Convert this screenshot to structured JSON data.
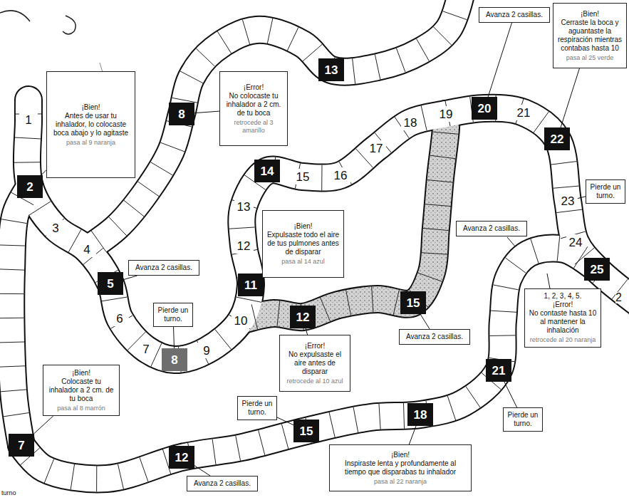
{
  "diagram": {
    "nodes": [
      {
        "text": [
          "1"
        ]
      },
      {
        "text": [
          "2"
        ]
      },
      {
        "text": [
          "3"
        ]
      },
      {
        "text": [
          "4"
        ]
      },
      {
        "text": [
          "5"
        ]
      },
      {
        "text": [
          "6"
        ]
      },
      {
        "text": [
          "7"
        ]
      },
      {
        "text": [
          "8"
        ]
      },
      {
        "text": [
          "9"
        ]
      },
      {
        "text": [
          "10"
        ]
      },
      {
        "text": [
          "11"
        ]
      },
      {
        "text": [
          "12"
        ]
      },
      {
        "text": [
          "13"
        ]
      },
      {
        "text": [
          "14"
        ]
      },
      {
        "text": [
          "15"
        ]
      },
      {
        "text": [
          "16"
        ]
      },
      {
        "text": [
          "17"
        ]
      },
      {
        "text": [
          "18"
        ]
      },
      {
        "text": [
          "19"
        ]
      },
      {
        "text": [
          "20"
        ]
      },
      {
        "text": [
          "21"
        ]
      },
      {
        "text": [
          "22"
        ]
      },
      {
        "text": [
          "23"
        ]
      },
      {
        "text": [
          "24"
        ]
      },
      {
        "text": [
          "25"
        ]
      },
      {
        "text": [
          "8"
        ]
      },
      {
        "text": [
          "13"
        ]
      },
      {
        "text": [
          "12"
        ]
      },
      {
        "text": [
          "15"
        ]
      },
      {
        "text": [
          "7"
        ]
      },
      {
        "text": [
          "12"
        ]
      },
      {
        "text": [
          "15"
        ]
      },
      {
        "text": [
          "18"
        ]
      },
      {
        "text": [
          "21"
        ]
      },
      {
        "text": [
          "¡Bien!",
          "Antes de usar tu inhalador, lo colocaste boca abajo y lo agitaste",
          "pasa al 9 naranja"
        ]
      },
      {
        "text": [
          "¡Error!",
          "No colocaste tu inhalador a 2 cm. de tu boca",
          "retrocede al 3 amarillo"
        ]
      },
      {
        "text": [
          "Avanza 2 casillas."
        ]
      },
      {
        "text": [
          "¡Bien!",
          "Cerraste la boca y aguantaste la respiración mientras contabas hasta 10",
          "pasa al 25 verde"
        ]
      },
      {
        "text": [
          "Avanza 2 casillas."
        ]
      },
      {
        "text": [
          "¡Bien!",
          "Expulsaste todo el aire de tus pulmones antes de disparar",
          "pasa al 14 azul"
        ]
      },
      {
        "text": [
          "Pierde un turno."
        ]
      },
      {
        "text": [
          "¡Error!",
          "No expulsaste el aire antes de disparar",
          "retrocede al 10 azul"
        ]
      },
      {
        "text": [
          "Avanza 2 casillas."
        ]
      },
      {
        "text": [
          "Avanza 2 casillas."
        ]
      },
      {
        "text": [
          "1, 2, 3, 4, 5.",
          "¡Error!",
          "No contaste hasta 10 al mantener la inhalación",
          "retrocede al 20 naranja"
        ]
      },
      {
        "text": [
          "Pierde un turno."
        ]
      },
      {
        "text": [
          "¡Bien!",
          "Colocaste tu inhalador a 2 cm. de tu boca",
          "pasa al 8 marrón"
        ]
      },
      {
        "text": [
          "Avanza 2 casillas."
        ]
      },
      {
        "text": [
          "Pierde un turno."
        ]
      },
      {
        "text": [
          "¡Bien!",
          "Inspiraste lenta y profundamente al tiempo que disparabas tu inhalador",
          "pasa al 22 naranja"
        ]
      },
      {
        "text": [
          "Pierde un turno."
        ]
      }
    ],
    "edges": [
      {
        "from": 34,
        "to": 1,
        "arrow": "none"
      },
      {
        "from": 35,
        "to": 25,
        "arrow": "none"
      },
      {
        "from": 36,
        "to": 19,
        "arrow": "none"
      },
      {
        "from": 37,
        "to": 21,
        "arrow": "none"
      },
      {
        "from": 38,
        "to": 4,
        "arrow": "none"
      },
      {
        "from": 39,
        "to": 10,
        "arrow": "none"
      },
      {
        "from": 40,
        "to": 7,
        "arrow": "none"
      },
      {
        "from": 41,
        "to": 27,
        "arrow": "none"
      },
      {
        "from": 42,
        "to": 28,
        "arrow": "none"
      },
      {
        "from": 45,
        "to": 22,
        "arrow": "none"
      },
      {
        "from": 46,
        "to": 29,
        "arrow": "none"
      },
      {
        "from": 47,
        "to": 30,
        "arrow": "none"
      },
      {
        "from": 48,
        "to": 31,
        "arrow": "none"
      },
      {
        "from": 49,
        "to": 32,
        "arrow": "none"
      },
      {
        "from": 50,
        "to": 33,
        "arrow": "none"
      }
    ],
    "labels": [
      "2",
      "turno"
    ]
  }
}
